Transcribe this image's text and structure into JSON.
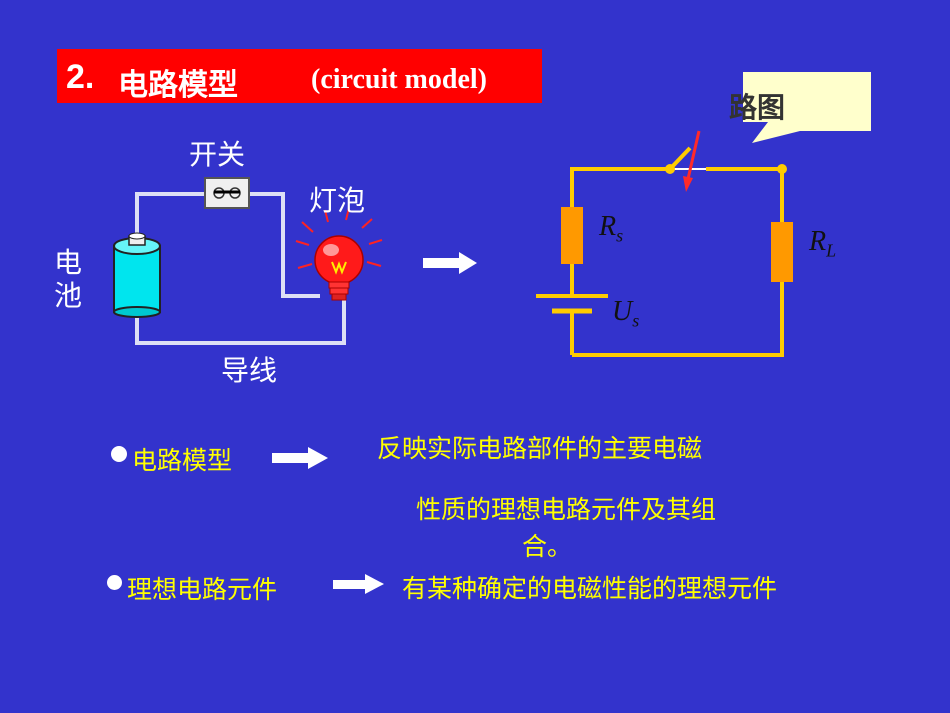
{
  "title": {
    "number": "2.",
    "chinese": "电路模型",
    "english": "(circuit model)"
  },
  "real_circuit": {
    "switch_label": "开关",
    "bulb_label": "灯泡",
    "battery_label_line1": "电",
    "battery_label_line2": "池",
    "wire_label": "导线"
  },
  "circuit_diagram": {
    "callout": "路图",
    "rs_main": "R",
    "rs_sub": "s",
    "rl_main": "R",
    "rl_sub": "L",
    "us_main": "U",
    "us_sub": "s"
  },
  "bullets": [
    {
      "term": "电路模型",
      "definition_line1": "反映实际电路部件的主要电磁",
      "definition_line2": "性质的理想电路元件及其组",
      "definition_line3": "合。"
    },
    {
      "term": "理想电路元件",
      "definition_line1": "有某种确定的电磁性能的理想元件"
    }
  ],
  "colors": {
    "background": "#3333cc",
    "title_bar": "#ff0000",
    "wire_yellow": "#ffcc00",
    "resistor_orange": "#ff9900",
    "text_yellow": "#ffff00",
    "battery_cyan": "#00e5ee"
  }
}
